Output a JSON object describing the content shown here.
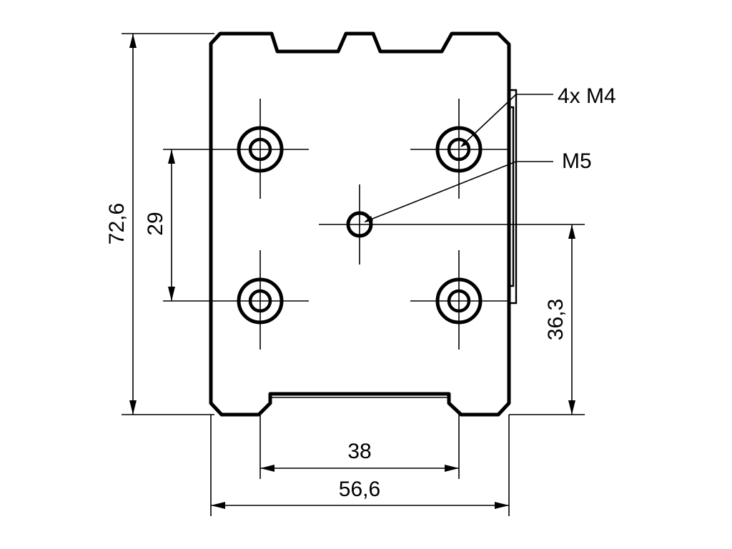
{
  "dimensions": {
    "overall_height": "72,6",
    "hole_spacing_vertical": "29",
    "center_height": "36,3",
    "hole_spacing_horizontal": "38",
    "overall_width": "56,6"
  },
  "callouts": {
    "m4_label": "4x M4",
    "m5_label": "M5"
  }
}
